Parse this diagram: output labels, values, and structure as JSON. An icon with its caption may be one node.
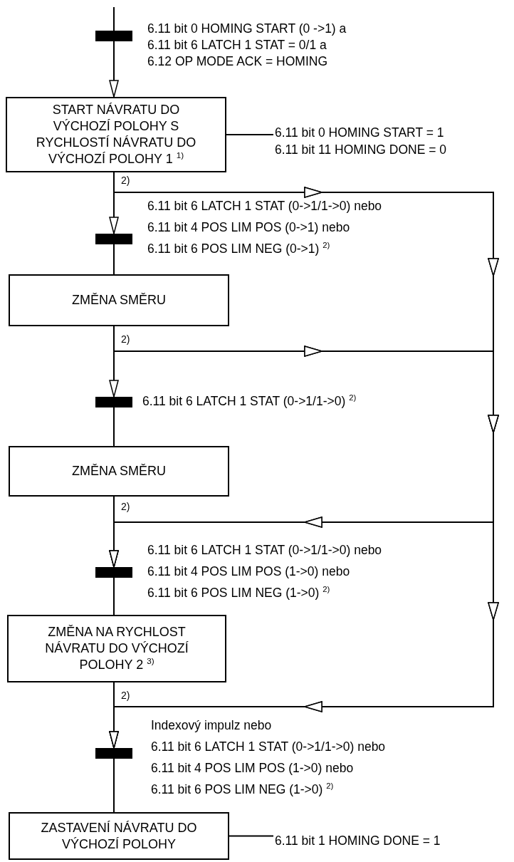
{
  "diagram": {
    "nodes": [
      {
        "text": [],
        "shape": "bar",
        "beside": [
          "6.11 bit 0 HOMING START (0 ->1) a",
          "6.11 bit 6 LATCH 1 STAT = 0/1 a",
          "6.12 OP MODE ACK = HOMING"
        ]
      },
      {
        "text": [
          "START NÁVRATU DO VÝCHOZÍ POLOHY S RYCHLOSTÍ NÁVRATU DO VÝCHOZÍ POLOHY 1 $^{1)}$"
        ]
      },
      {
        "text": [
          "6.11 bit 0 HOMING START = 1",
          "6.11 bit 11 HOMING DONE = 0"
        ]
      },
      {
        "text": [],
        "shape": "bar",
        "beside": [
          "6.11 bit 6 LATCH 1 STAT (0->1/1->0) nebo",
          "6.11 bit 4 POS LIM POS (0->1) nebo",
          "6.11 bit 6 POS LIM NEG (0->1) $^{2)}$"
        ]
      },
      {
        "text": [
          "ZMĚNA SMĚRU"
        ]
      },
      {
        "text": [],
        "shape": "bar",
        "beside": [
          "6.11 bit 6 LATCH 1 STAT (0->1/1->0) $^{2)}$"
        ]
      },
      {
        "text": [
          "ZMĚNA SMĚRU"
        ]
      },
      {
        "text": [],
        "shape": "bar",
        "beside": [
          "6.11 bit 6 LATCH 1 STAT (0->1/1->0) nebo",
          "6.11 bit 4 POS LIM POS (1->0) nebo",
          "6.11 bit 6 POS LIM NEG (1->0) $^{2)}$"
        ]
      },
      {
        "text": [
          "ZMĚNA NA RYCHLOST NÁVRATU DO VÝCHOZÍ POLOHY 2 $^{3)}$"
        ]
      },
      {
        "text": [],
        "shape": "bar",
        "beside": [
          "Indexový impulz nebo",
          "6.11 bit 6 LATCH 1 STAT (0->1/1->0) nebo",
          "6.11 bit 4 POS LIM POS (1->0) nebo",
          "6.11 bit 6 POS LIM NEG (1->0) $^{2)}$"
        ]
      },
      {
        "text": [
          "ZASTAVENÍ NÁVRATU DO VÝCHOZÍ POLOHY"
        ]
      },
      {
        "text": [
          "6.11 bit 1 HOMING DONE = 1"
        ]
      }
    ],
    "edges": [
      {
        "from": null,
        "to": 0,
        "arrow": "none"
      },
      {
        "from": 0,
        "to": 1,
        "arrow": "to"
      },
      {
        "from": 1,
        "to": 2,
        "arrow": "none"
      },
      {
        "from": 1,
        "to": 3,
        "arrow": "to"
      },
      {
        "from": 3,
        "to": 4,
        "arrow": "none"
      },
      {
        "from": 4,
        "to": 5,
        "arrow": "to"
      },
      {
        "from": 5,
        "to": 6,
        "arrow": "none"
      },
      {
        "from": 6,
        "to": 7,
        "arrow": "to"
      },
      {
        "from": 7,
        "to": 8,
        "arrow": "none"
      },
      {
        "from": 8,
        "to": 9,
        "arrow": "to"
      },
      {
        "from": 9,
        "to": 10,
        "arrow": "none"
      },
      {
        "from": 10,
        "to": 11,
        "arrow": "none"
      },
      {
        "from": 1,
        "to": 7,
        "arrow": "to"
      },
      {
        "from": 1,
        "to": 9,
        "arrow": "to"
      },
      {
        "from": 4,
        "to": 7,
        "arrow": "to"
      },
      {
        "from": 4,
        "to": 9,
        "arrow": "to"
      }
    ],
    "labels": [
      "2)",
      "2)",
      "2)",
      "2)"
    ]
  }
}
